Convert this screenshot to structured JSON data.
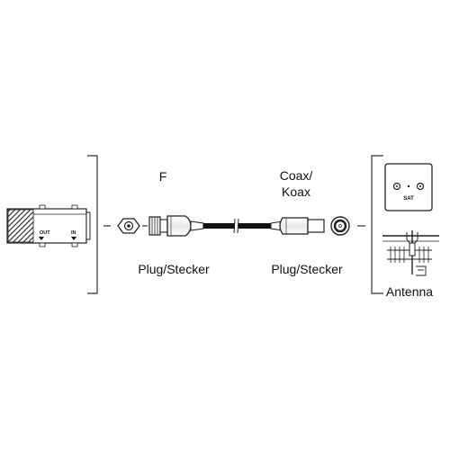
{
  "left_connector": {
    "label": "F",
    "sublabel": "Plug/Stecker"
  },
  "right_connector": {
    "label_line1": "Coax/",
    "label_line2": "Koax",
    "sublabel": "Plug/Stecker"
  },
  "device": {
    "out_label": "OUT",
    "in_label": "IN"
  },
  "wall_socket": {
    "label": "SAT"
  },
  "antenna": {
    "label": "Antenna"
  }
}
